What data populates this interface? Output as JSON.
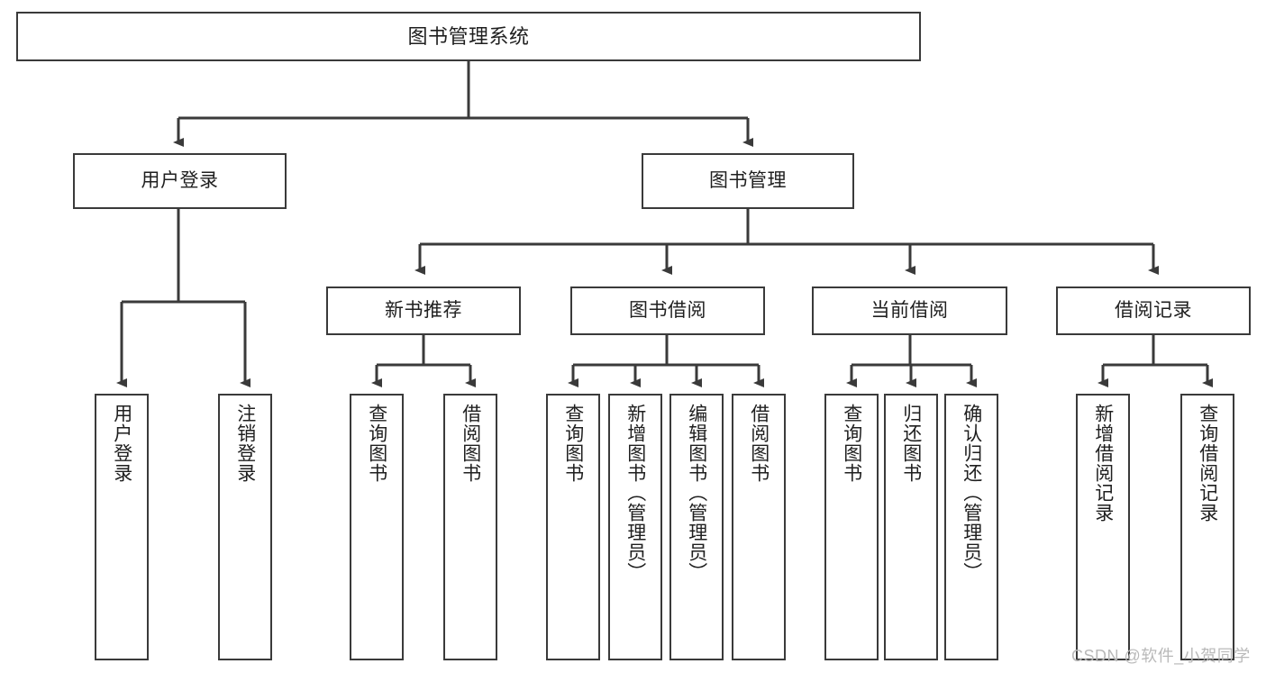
{
  "diagram": {
    "title": "图书管理系统",
    "root": {
      "label": "图书管理系统"
    },
    "level2": [
      {
        "label": "用户登录"
      },
      {
        "label": "图书管理"
      }
    ],
    "level3": [
      {
        "label": "新书推荐"
      },
      {
        "label": "图书借阅"
      },
      {
        "label": "当前借阅"
      },
      {
        "label": "借阅记录"
      }
    ],
    "leaves": {
      "user_login": [
        {
          "label": "用户登录"
        },
        {
          "label": "注销登录"
        }
      ],
      "new_book_recommend": [
        {
          "label": "查询图书"
        },
        {
          "label": "借阅图书"
        }
      ],
      "book_borrow": [
        {
          "label": "查询图书"
        },
        {
          "label": "新增图书（管理员）"
        },
        {
          "label": "编辑图书（管理员）"
        },
        {
          "label": "借阅图书"
        }
      ],
      "current_borrow": [
        {
          "label": "查询图书"
        },
        {
          "label": "归还图书"
        },
        {
          "label": "确认归还（管理员）"
        }
      ],
      "borrow_record": [
        {
          "label": "新增借阅记录"
        },
        {
          "label": "查询借阅记录"
        }
      ]
    }
  },
  "watermark": {
    "text": "CSDN @软件_小贺同学"
  },
  "colors": {
    "stroke": "#3a3a3a",
    "background": "#ffffff",
    "text": "#1f1f1f",
    "watermark": "#b9b9b9"
  }
}
